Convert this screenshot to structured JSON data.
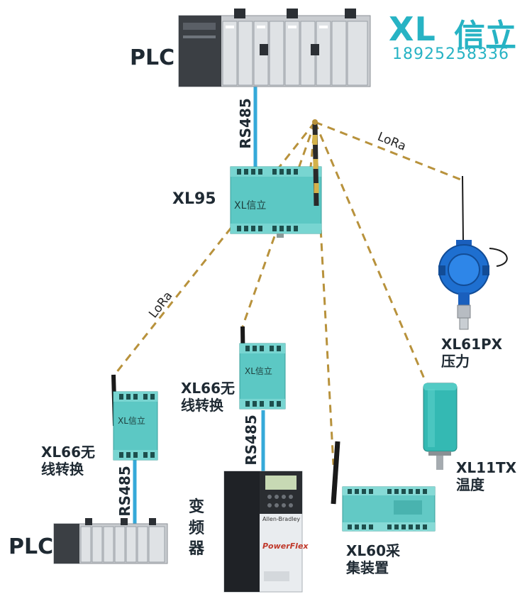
{
  "brand": {
    "logo_latin": "XL",
    "logo_cn": "信立",
    "phone": "18925258336"
  },
  "colors": {
    "teal": "#5cc8c4",
    "teal_dark": "#3a9f9b",
    "rs485_line": "#35a9d9",
    "lora_line": "#b8923c",
    "sensor_blue": "#1e6fd0"
  },
  "labels": {
    "plc_top": "PLC",
    "plc_bottom": "PLC",
    "xl95": "XL95",
    "xl66_left": "XL66无\n线转换",
    "xl66_mid": "XL66无\n线转换",
    "xl61px": "XL61PX\n压力",
    "xl11tx": "XL11TX\n温度",
    "xl60": "XL60采\n集装置",
    "vfd": "变\n频\n器"
  },
  "links": {
    "rs485_top": "RS485",
    "rs485_mid": "RS485",
    "rs485_left": "RS485",
    "lora_right": "LoRa",
    "lora_left": "LoRa"
  },
  "devices": {
    "xl95_face": "XL信立",
    "xl66_face": "XL信立",
    "vfd_brand": "Allen-Bradley",
    "vfd_model": "PowerFlex"
  }
}
